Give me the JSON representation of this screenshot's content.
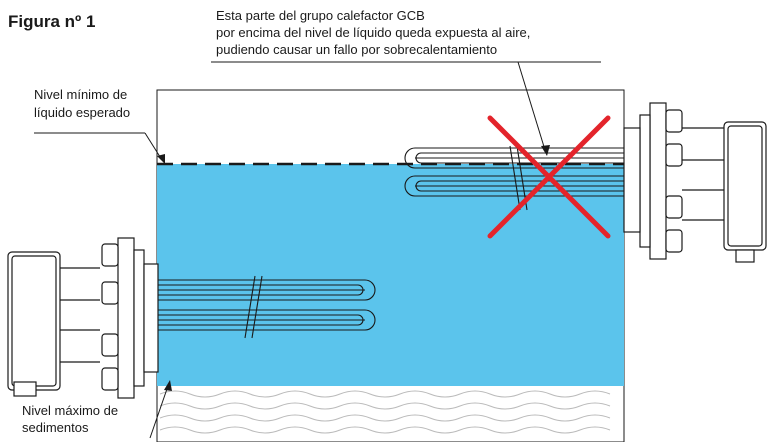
{
  "figure": {
    "title": "Figura nº 1",
    "callout_top": {
      "line1": "Esta parte del grupo calefactor GCB",
      "line2": "por encima del nivel de líquido queda expuesta al aire,",
      "line3": "pudiendo causar un fallo por sobrecalentamiento"
    },
    "label_min_level": {
      "line1": "Nivel mínimo de",
      "line2": "líquido esperado"
    },
    "label_sediment": {
      "line1": "Nivel máximo de",
      "line2": "sedimentos"
    }
  },
  "colors": {
    "liquid": "#5bc4ec",
    "cross": "#e3242b",
    "outline": "#1a1a1a"
  }
}
